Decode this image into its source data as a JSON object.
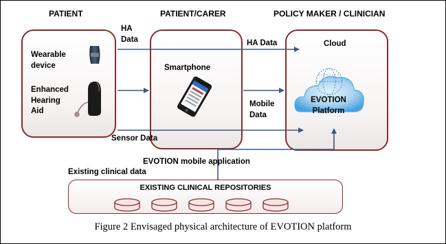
{
  "headers": {
    "patient": "PATIENT",
    "patient_carer": "PATIENT/CARER",
    "policy_clinician": "POLICY MAKER / CLINICIAN"
  },
  "devices": {
    "wearable": "Wearable device",
    "hearing_aid": "Enhanced Hearing Aid",
    "smartphone": "Smartphone",
    "cloud": "Cloud",
    "platform": "EVOTION Platform"
  },
  "flows": {
    "ha_data_1": "HA Data",
    "ha_data_2": "HA Data",
    "mobile_data": "Mobile Data",
    "sensor_data": "Sensor Data",
    "mobile_app": "EVOTION mobile application",
    "existing_clinical": "Existing clinical data"
  },
  "repository": {
    "title": "EXISTING CLINICAL REPOSITORIES"
  },
  "caption": "Figure 2 Envisaged physical architecture of EVOTION platform",
  "colors": {
    "box_border": "#8b2a2a",
    "arrow": "#3c5a80",
    "cloud": "#4aa3df"
  }
}
